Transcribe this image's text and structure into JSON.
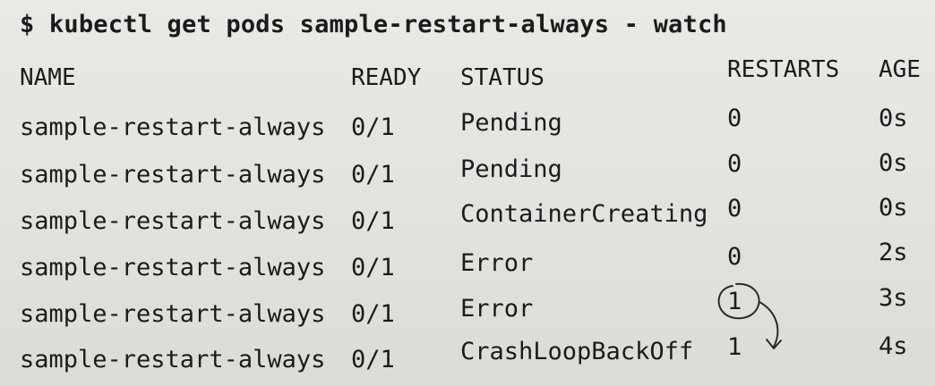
{
  "terminal": {
    "command": "$ kubectl get pods sample-restart-always  - watch",
    "columns": {
      "name": "NAME",
      "ready": "READY",
      "status": "STATUS",
      "restarts": "RESTARTS",
      "age": "AGE"
    },
    "rows": [
      {
        "name": "sample-restart-always",
        "ready": "0/1",
        "status": "Pending",
        "restarts": "0",
        "age": "0s"
      },
      {
        "name": "sample-restart-always",
        "ready": "0/1",
        "status": "Pending",
        "restarts": "0",
        "age": "0s"
      },
      {
        "name": "sample-restart-always",
        "ready": "0/1",
        "status": "ContainerCreating",
        "restarts": "0",
        "age": "0s"
      },
      {
        "name": "sample-restart-always",
        "ready": "0/1",
        "status": "Error",
        "restarts": "0",
        "age": "2s"
      },
      {
        "name": "sample-restart-always",
        "ready": "0/1",
        "status": "Error",
        "restarts": "1",
        "age": "3s"
      },
      {
        "name": "sample-restart-always",
        "ready": "0/1",
        "status": "CrashLoopBackOff",
        "restarts": "1",
        "age": "4s"
      }
    ]
  },
  "annotation": {
    "type": "handwritten circle and arrow",
    "color": "#2a2a2a"
  }
}
